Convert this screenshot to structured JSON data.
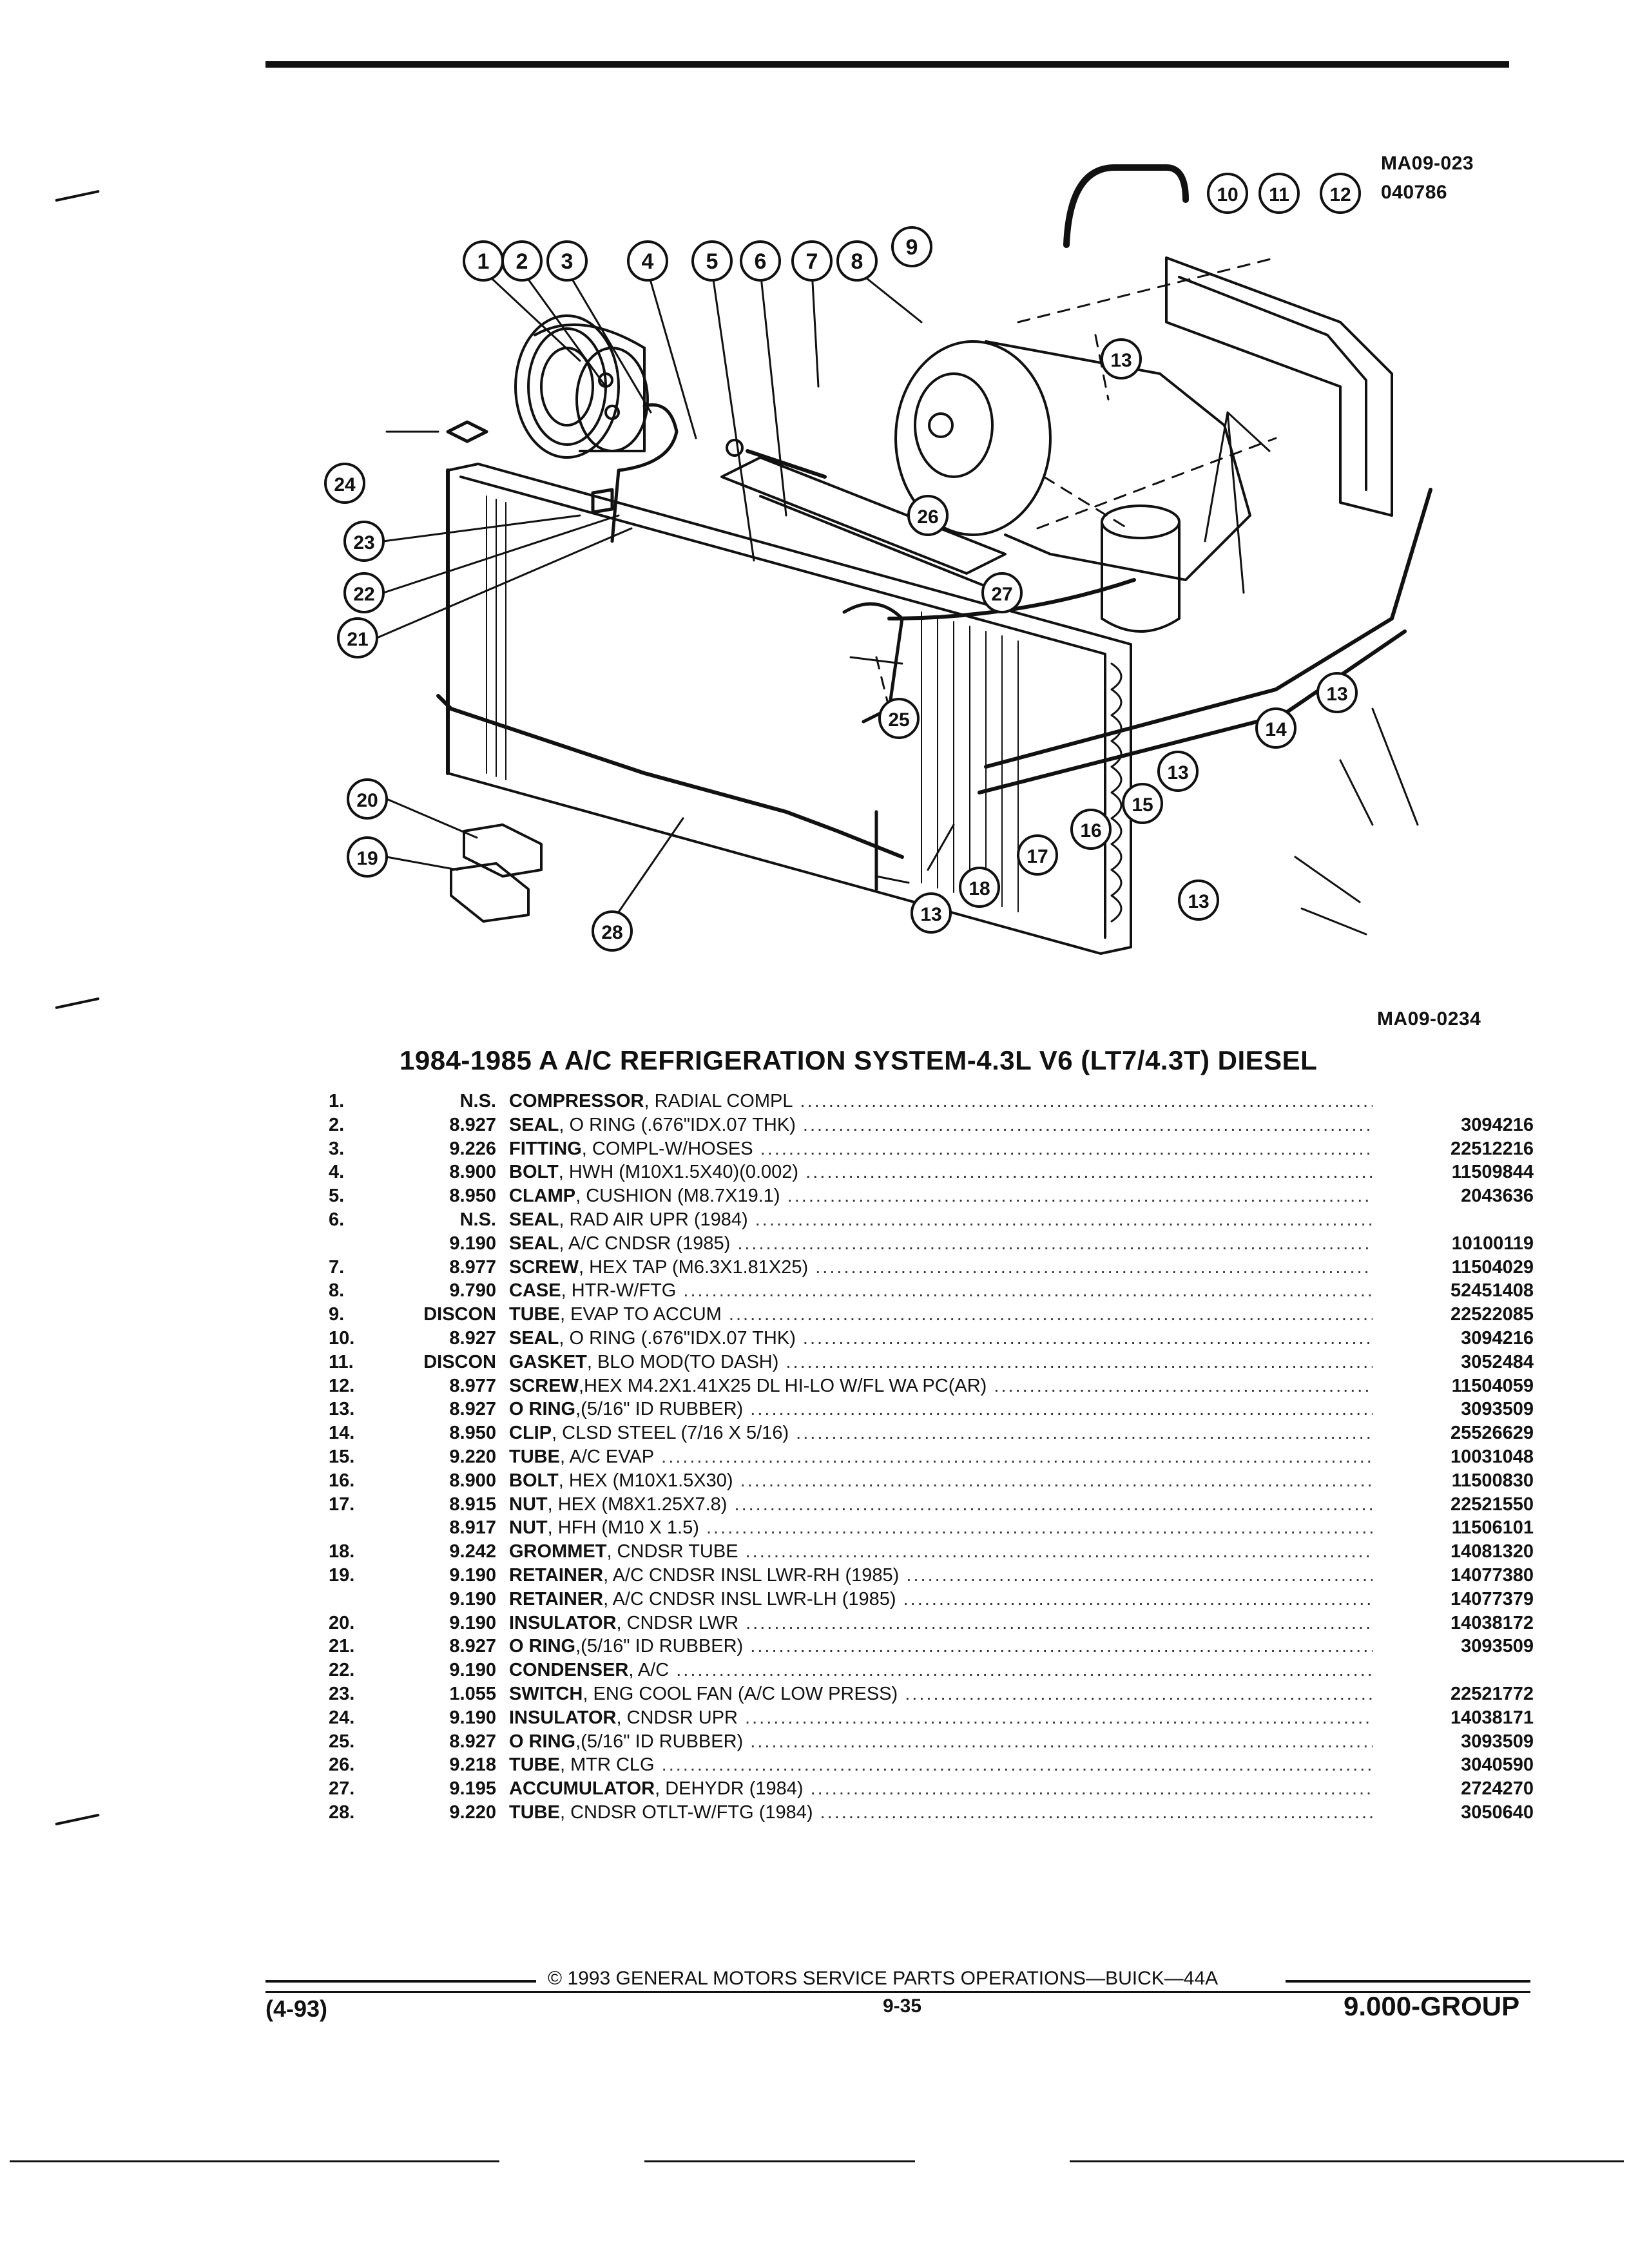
{
  "header": {
    "figure_code": "MA09-023",
    "figure_date": "040786"
  },
  "figure_ref": "MA09-0234",
  "callouts": [
    "1",
    "2",
    "3",
    "4",
    "5",
    "6",
    "7",
    "8",
    "9",
    "10",
    "11",
    "12",
    "13",
    "13",
    "13",
    "13",
    "13",
    "14",
    "15",
    "16",
    "17",
    "18",
    "19",
    "20",
    "21",
    "22",
    "23",
    "24",
    "25",
    "26",
    "27",
    "28"
  ],
  "title": "1984-1985 A A/C REFRIGERATION SYSTEM-4.3L V6 (LT7/4.3T) DIESEL",
  "parts": [
    {
      "num": "1.",
      "ref": "N.S.",
      "name": "COMPRESSOR",
      "detail": ", RADIAL COMPL",
      "pn": ""
    },
    {
      "num": "2.",
      "ref": "8.927",
      "name": "SEAL",
      "detail": ", O RING (.676\"IDX.07 THK)",
      "pn": "3094216"
    },
    {
      "num": "3.",
      "ref": "9.226",
      "name": "FITTING",
      "detail": ", COMPL-W/HOSES",
      "pn": "22512216"
    },
    {
      "num": "4.",
      "ref": "8.900",
      "name": "BOLT",
      "detail": ", HWH (M10X1.5X40)(0.002)",
      "pn": "11509844"
    },
    {
      "num": "5.",
      "ref": "8.950",
      "name": "CLAMP",
      "detail": ", CUSHION (M8.7X19.1)",
      "pn": "2043636"
    },
    {
      "num": "6.",
      "ref": "N.S.",
      "name": "SEAL",
      "detail": ", RAD AIR UPR (1984)",
      "pn": ""
    },
    {
      "num": "",
      "ref": "9.190",
      "name": "SEAL",
      "detail": ", A/C CNDSR (1985)",
      "pn": "10100119"
    },
    {
      "num": "7.",
      "ref": "8.977",
      "name": "SCREW",
      "detail": ", HEX TAP (M6.3X1.81X25)",
      "pn": "11504029"
    },
    {
      "num": "8.",
      "ref": "9.790",
      "name": "CASE",
      "detail": ", HTR-W/FTG",
      "pn": "52451408"
    },
    {
      "num": "9.",
      "ref": "DISCON",
      "name": "TUBE",
      "detail": ", EVAP TO ACCUM",
      "pn": "22522085"
    },
    {
      "num": "10.",
      "ref": "8.927",
      "name": "SEAL",
      "detail": ", O RING (.676\"IDX.07 THK)",
      "pn": "3094216"
    },
    {
      "num": "11.",
      "ref": "DISCON",
      "name": "GASKET",
      "detail": ", BLO MOD(TO DASH)",
      "pn": "3052484"
    },
    {
      "num": "12.",
      "ref": "8.977",
      "name": "SCREW",
      "detail": ",HEX M4.2X1.41X25 DL HI-LO W/FL WA PC(AR)",
      "pn": "11504059"
    },
    {
      "num": "13.",
      "ref": "8.927",
      "name": "O RING",
      "detail": ",(5/16\" ID RUBBER)",
      "pn": "3093509"
    },
    {
      "num": "14.",
      "ref": "8.950",
      "name": "CLIP",
      "detail": ", CLSD STEEL (7/16 X 5/16)",
      "pn": "25526629"
    },
    {
      "num": "15.",
      "ref": "9.220",
      "name": "TUBE",
      "detail": ", A/C EVAP",
      "pn": "10031048"
    },
    {
      "num": "16.",
      "ref": "8.900",
      "name": "BOLT",
      "detail": ", HEX (M10X1.5X30)",
      "pn": "11500830"
    },
    {
      "num": "17.",
      "ref": "8.915",
      "name": "NUT",
      "detail": ", HEX (M8X1.25X7.8)",
      "pn": "22521550"
    },
    {
      "num": "",
      "ref": "8.917",
      "name": "NUT",
      "detail": ", HFH (M10 X 1.5)",
      "pn": "11506101"
    },
    {
      "num": "18.",
      "ref": "9.242",
      "name": "GROMMET",
      "detail": ", CNDSR TUBE",
      "pn": "14081320"
    },
    {
      "num": "19.",
      "ref": "9.190",
      "name": "RETAINER",
      "detail": ", A/C CNDSR INSL LWR-RH (1985)",
      "pn": "14077380"
    },
    {
      "num": "",
      "ref": "9.190",
      "name": "RETAINER",
      "detail": ", A/C CNDSR INSL LWR-LH (1985)",
      "pn": "14077379"
    },
    {
      "num": "20.",
      "ref": "9.190",
      "name": "INSULATOR",
      "detail": ", CNDSR LWR",
      "pn": "14038172"
    },
    {
      "num": "21.",
      "ref": "8.927",
      "name": "O RING",
      "detail": ",(5/16\" ID RUBBER)",
      "pn": "3093509"
    },
    {
      "num": "22.",
      "ref": "9.190",
      "name": "CONDENSER",
      "detail": ", A/C",
      "pn": ""
    },
    {
      "num": "23.",
      "ref": "1.055",
      "name": "SWITCH",
      "detail": ", ENG COOL FAN (A/C LOW PRESS)",
      "pn": "22521772"
    },
    {
      "num": "24.",
      "ref": "9.190",
      "name": "INSULATOR",
      "detail": ", CNDSR UPR",
      "pn": "14038171"
    },
    {
      "num": "25.",
      "ref": "8.927",
      "name": "O RING",
      "detail": ",(5/16\" ID RUBBER)",
      "pn": "3093509"
    },
    {
      "num": "26.",
      "ref": "9.218",
      "name": "TUBE",
      "detail": ", MTR CLG",
      "pn": "3040590"
    },
    {
      "num": "27.",
      "ref": "9.195",
      "name": "ACCUMULATOR",
      "detail": ", DEHYDR (1984)",
      "pn": "2724270"
    },
    {
      "num": "28.",
      "ref": "9.220",
      "name": "TUBE",
      "detail": ", CNDSR OTLT-W/FTG (1984)",
      "pn": "3050640"
    }
  ],
  "footer": {
    "copyright": "© 1993 GENERAL MOTORS SERVICE PARTS OPERATIONS—BUICK—44A",
    "date_code": "(4-93)",
    "page": "9-35",
    "group": "9.000-GROUP"
  }
}
